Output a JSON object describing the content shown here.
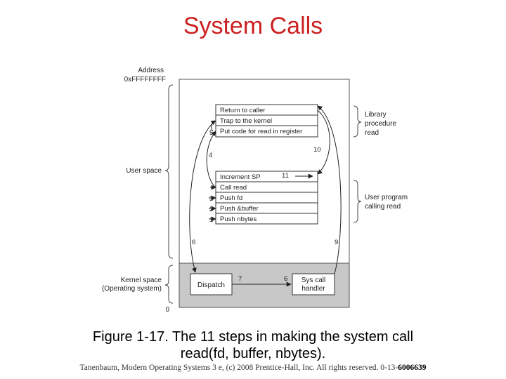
{
  "title": "System Calls",
  "diagram": {
    "address_label": "Address",
    "address_top": "0xFFFFFFFF",
    "address_bottom": "0",
    "user_space": "User space",
    "kernel_space": "Kernel space",
    "operating_system": "(Operating system)",
    "library_group": [
      "Return to caller",
      "Trap to the kernel",
      "Put code for read in register"
    ],
    "user_group": [
      "Increment SP",
      "Call read",
      "Push fd",
      "Push &buffer",
      "Push nbytes"
    ],
    "library_label": [
      "Library",
      "procedure",
      "read"
    ],
    "user_program_label": [
      "User program",
      "calling read"
    ],
    "dispatch": "Dispatch",
    "sys_call_handler": [
      "Sys call",
      "handler"
    ],
    "step_numbers": {
      "s1": "1",
      "s2": "2",
      "s3": "3",
      "s4": "4",
      "s5": "5",
      "s6": "6",
      "s7": "7",
      "s8": "6",
      "s9": "9",
      "s10": "10",
      "s11": "11"
    }
  },
  "caption": {
    "line1": "Figure 1-17. The 11 steps in making the system call",
    "line2": "read(fd, buffer, nbytes)."
  },
  "footer": {
    "text": "Tanenbaum, Modern Operating Systems 3 e, (c) 2008 Prentice-Hall, Inc. All rights reserved. 0-13-",
    "bold": "6006639"
  }
}
